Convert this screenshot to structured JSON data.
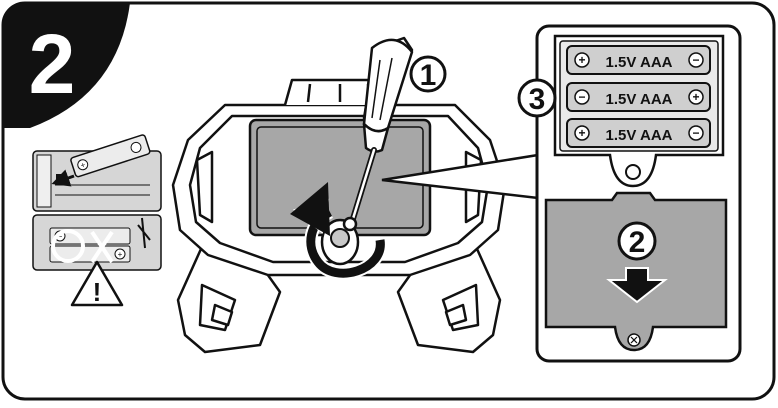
{
  "step": {
    "number": "2"
  },
  "callouts": {
    "one": "1",
    "two": "2",
    "three": "3"
  },
  "batteries": [
    {
      "label": "1.5V AAA"
    },
    {
      "label": "1.5V AAA"
    },
    {
      "label": "1.5V AAA"
    }
  ],
  "warning": {
    "symbol": "!"
  },
  "colors": {
    "ink": "#111111",
    "panel_gray": "#a7a7a7",
    "battery_gray": "#cfcfcf",
    "inset_gray": "#d6d6d6"
  }
}
